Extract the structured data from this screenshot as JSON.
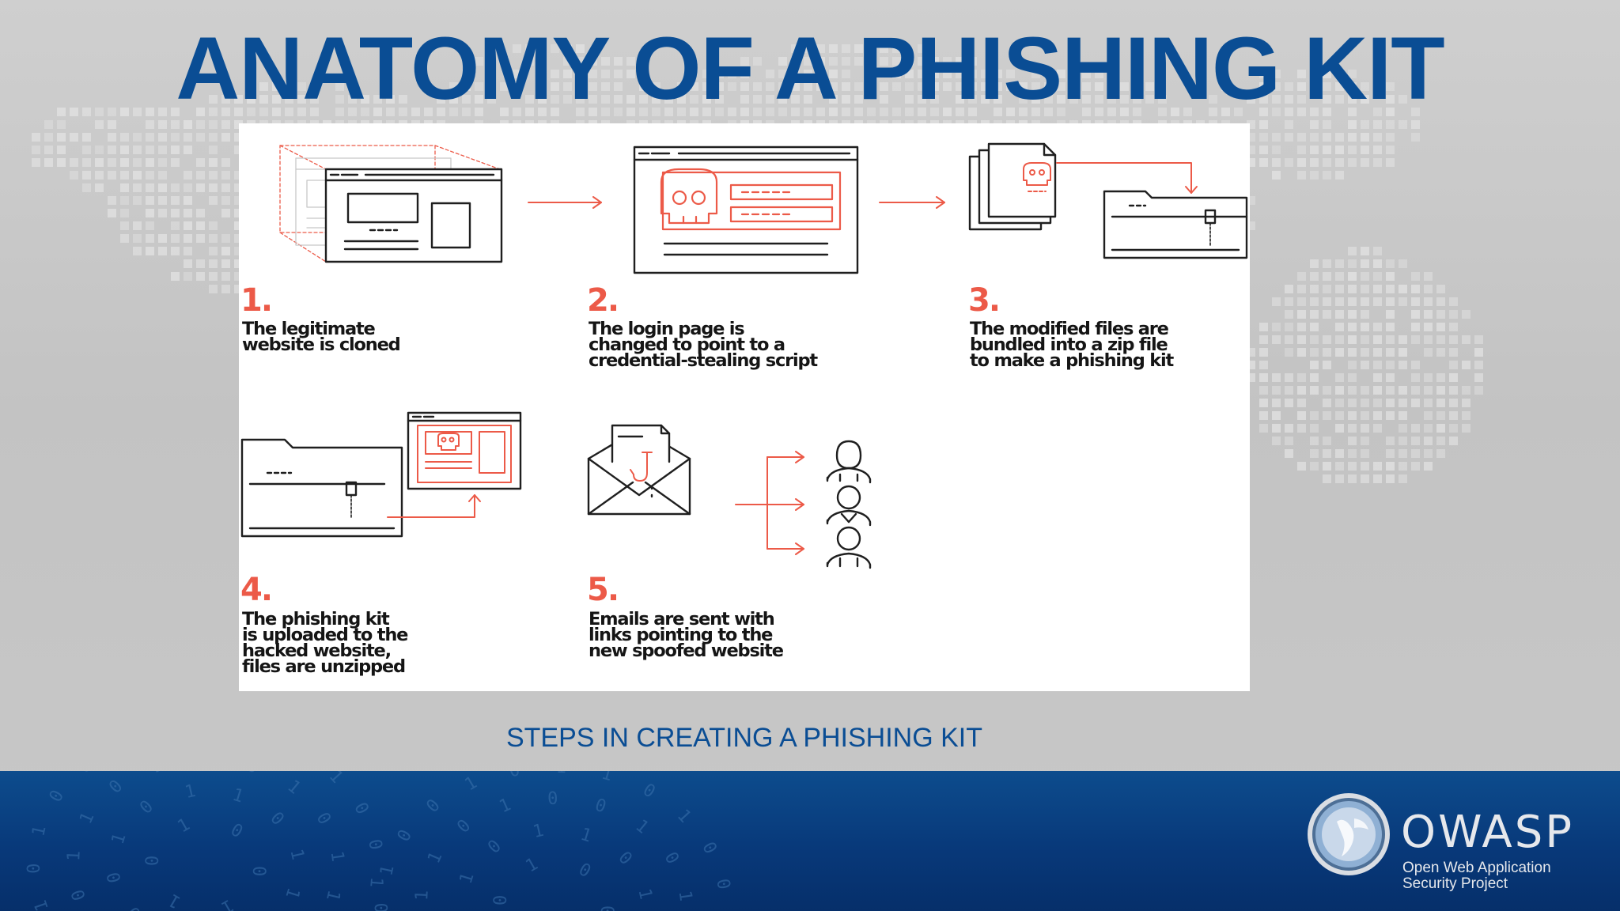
{
  "slide": {
    "title": "ANATOMY OF A PHISHING KIT",
    "caption": "STEPS IN CREATING A PHISHING KIT"
  },
  "diagram": {
    "steps": [
      {
        "number": "1.",
        "text": "The legitimate\nwebsite is cloned"
      },
      {
        "number": "2.",
        "text": "The login page is\nchanged to point to a\ncredential-stealing script"
      },
      {
        "number": "3.",
        "text": "The modified files are\nbundled into a zip file\nto make a phishing kit"
      },
      {
        "number": "4.",
        "text": "The phishing kit\nis uploaded to the\nhacked website,\nfiles are unzipped"
      },
      {
        "number": "5.",
        "text": "Emails are sent with\nlinks pointing to the\nnew spoofed website"
      }
    ],
    "accent_color": "#ec5a48",
    "line_color": "#1f1f1f"
  },
  "footer": {
    "brand": "OWASP",
    "tagline": "Open Web Application\nSecurity Project",
    "logo_icon": "wasp-logo-icon",
    "background_color": "#0b4488"
  },
  "colors": {
    "title": "#0a4d94",
    "background": "#c8c8c8"
  }
}
